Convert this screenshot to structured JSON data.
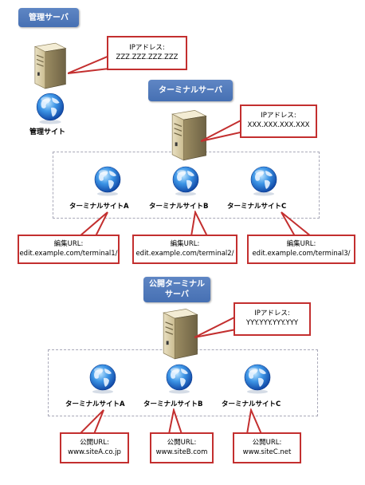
{
  "management": {
    "title": "管理サーバ",
    "callout": {
      "line1": "IPアドレス:",
      "line2": "ZZZ.ZZZ.ZZZ.ZZZ"
    },
    "site_label": "管理サイト"
  },
  "terminal": {
    "title": "ターミナルサーバ",
    "callout": {
      "line1": "IPアドレス:",
      "line2": "XXX.XXX.XXX.XXX"
    },
    "sites": [
      {
        "label": "ターミナルサイトA",
        "url_title": "編集URL:",
        "url": "edit.example.com/terminal1/"
      },
      {
        "label": "ターミナルサイトB",
        "url_title": "編集URL:",
        "url": "edit.example.com/terminal2/"
      },
      {
        "label": "ターミナルサイトC",
        "url_title": "編集URL:",
        "url": "edit.example.com/terminal3/"
      }
    ]
  },
  "public": {
    "title_line1": "公開ターミナル",
    "title_line2": "サーバ",
    "callout": {
      "line1": "IPアドレス:",
      "line2": "YYY.YYY.YYY.YYY"
    },
    "sites": [
      {
        "label": "ターミナルサイトA",
        "url_title": "公開URL:",
        "url": "www.siteA.co.jp"
      },
      {
        "label": "ターミナルサイトB",
        "url_title": "公開URL:",
        "url": "www.siteB.com"
      },
      {
        "label": "ターミナルサイトC",
        "url_title": "公開URL:",
        "url": "www.siteC.net"
      }
    ]
  },
  "colors": {
    "label_bg": "#4a74b6",
    "callout_border": "#c32f2f",
    "dotted_border": "#a8a8b8"
  }
}
